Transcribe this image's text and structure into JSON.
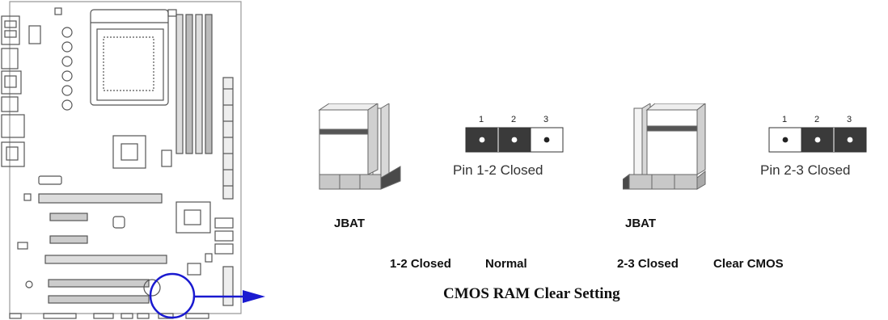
{
  "jumpers": [
    {
      "label": "JBAT",
      "state_title": "Pin 1-2 Closed",
      "pins": [
        "1",
        "2",
        "3"
      ],
      "closed": "1-2 Closed",
      "function": "Normal"
    },
    {
      "label": "JBAT",
      "state_title": "Pin 2-3 Closed",
      "pins": [
        "1",
        "2",
        "3"
      ],
      "closed": "2-3 Closed",
      "function": "Clear CMOS"
    }
  ],
  "caption": "CMOS RAM Clear Setting",
  "colors": {
    "highlight": "#1a1ad0",
    "pin_dark": "#3a3a3a",
    "board_line": "#555555",
    "cap_gray": "#c8c8c8"
  },
  "icons": [
    "motherboard-layout",
    "highlight-circle-icon",
    "arrow-right-icon",
    "jumper-cap-icon"
  ]
}
